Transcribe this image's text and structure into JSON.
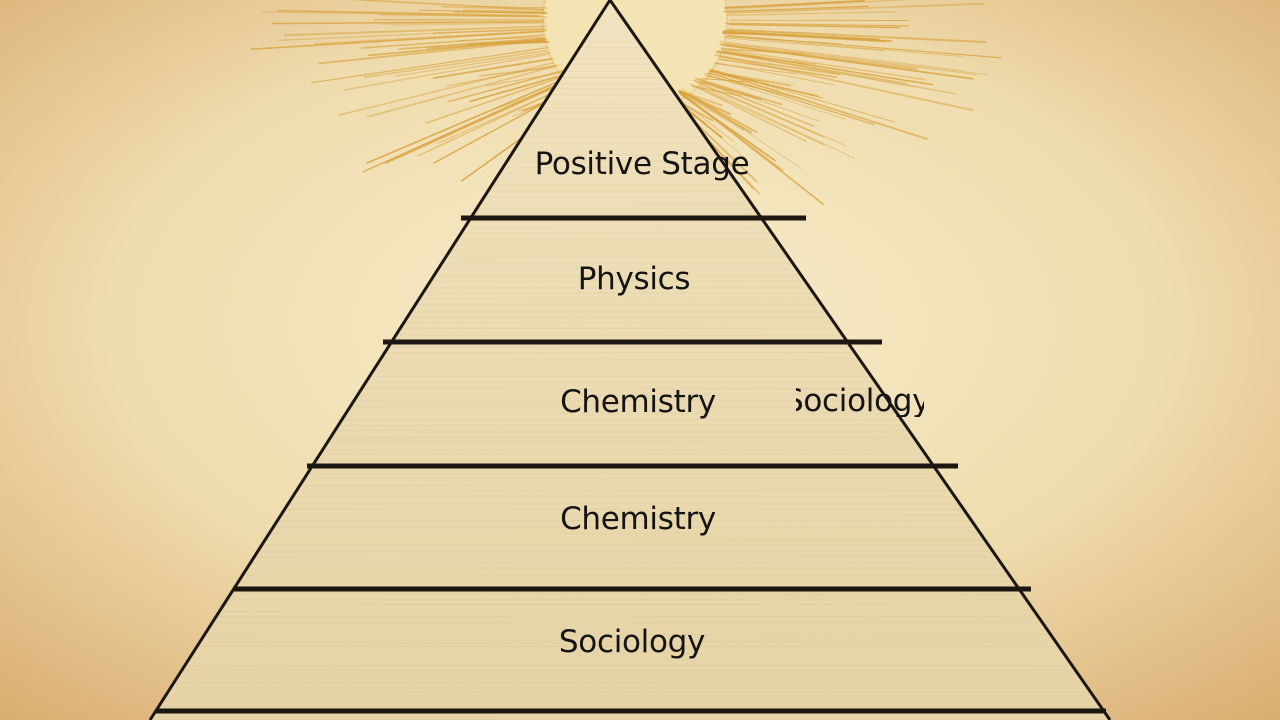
{
  "diagram": {
    "levels": [
      {
        "label": "Positive Stage"
      },
      {
        "label": "Physics"
      },
      {
        "label": "Chemistry"
      },
      {
        "label": "Chemistry"
      },
      {
        "label": "Sociology"
      }
    ],
    "side_label": "Sociology",
    "colors": {
      "background_center": "#f6e9c6",
      "background_edge": "#dcb377",
      "pyramid_fill": "#ecdcb2",
      "outline": "#1c1712",
      "sun_rays": "#d9a441"
    },
    "decorations": {
      "apex_icon": "sun-rays-icon"
    }
  }
}
